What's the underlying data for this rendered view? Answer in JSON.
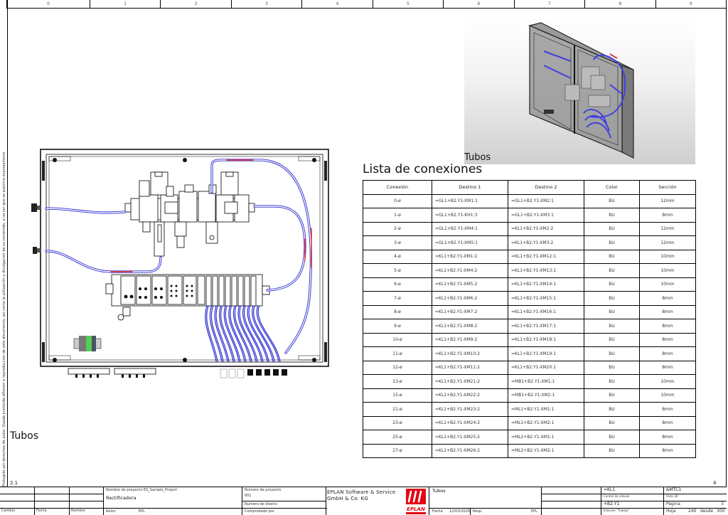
{
  "sheet": {
    "column_numbers": [
      "0",
      "1",
      "2",
      "3",
      "4",
      "5",
      "6",
      "7",
      "8",
      "9"
    ],
    "copyright_note": "Protegido por derechos de autor. Queda prohibida difusión o reproducción de este documento, así como la utilización y divulgación de su contenido, a no ser que se autorice expresamente.",
    "previous_page_ref": "2.1",
    "next_page_ref": "4"
  },
  "drawing": {
    "caption": "Tubos",
    "colors": {
      "tube": "#2a2ad0",
      "tube_highlight": "#e02020",
      "frame": "#000000"
    }
  },
  "preview": {
    "caption": "Tubos"
  },
  "connections": {
    "title": "Lista de conexiones",
    "columns": [
      "Conexión",
      "Destino 1",
      "Destino 2",
      "Color",
      "Sección"
    ],
    "rows": [
      {
        "conexion": "0-ø",
        "destino1": "=GL1+B2.Y1-XM1:1",
        "destino2": "=GL1+B2.Y1-XM2:1",
        "color": "BU",
        "seccion": "12mm"
      },
      {
        "conexion": "1-ø",
        "destino1": "=GL1+B2.Y1-KH1:3",
        "destino2": "=GL1+B2.Y1-XM3:1",
        "color": "BU",
        "seccion": "8mm"
      },
      {
        "conexion": "2-ø",
        "destino1": "=GL1+B2.Y1-XM4:1",
        "destino2": "=KL1+B2.Y1-XM2:2",
        "color": "BU",
        "seccion": "12mm"
      },
      {
        "conexion": "3-ø",
        "destino1": "=GL1+B2.Y1-XM5:1",
        "destino2": "=KL1+B2.Y1-XM3:2",
        "color": "BU",
        "seccion": "12mm"
      },
      {
        "conexion": "4-ø",
        "destino1": "=KL1+B2.Y1-XM1:2",
        "destino2": "=KL1+B2.Y1-XM12:1",
        "color": "BU",
        "seccion": "10mm"
      },
      {
        "conexion": "5-ø",
        "destino1": "=KL1+B2.Y1-XM4:2",
        "destino2": "=KL1+B2.Y1-XM13:1",
        "color": "BU",
        "seccion": "10mm"
      },
      {
        "conexion": "6-ø",
        "destino1": "=KL1+B2.Y1-XM5:2",
        "destino2": "=KL1+B2.Y1-XM14:1",
        "color": "BU",
        "seccion": "10mm"
      },
      {
        "conexion": "7-ø",
        "destino1": "=KL1+B2.Y1-XM6:2",
        "destino2": "=KL1+B2.Y1-XM15:1",
        "color": "BU",
        "seccion": "8mm"
      },
      {
        "conexion": "8-ø",
        "destino1": "=KL1+B2.Y1-XM7:2",
        "destino2": "=KL1+B2.Y1-XM16:1",
        "color": "BU",
        "seccion": "8mm"
      },
      {
        "conexion": "9-ø",
        "destino1": "=KL1+B2.Y1-XM8:2",
        "destino2": "=KL1+B2.Y1-XM17:1",
        "color": "BU",
        "seccion": "8mm"
      },
      {
        "conexion": "10-ø",
        "destino1": "=KL1+B2.Y1-XM9:2",
        "destino2": "=KL1+B2.Y1-XM18:1",
        "color": "BU",
        "seccion": "8mm"
      },
      {
        "conexion": "11-ø",
        "destino1": "=KL1+B2.Y1-XM10:2",
        "destino2": "=KL1+B2.Y1-XM19:1",
        "color": "BU",
        "seccion": "8mm"
      },
      {
        "conexion": "12-ø",
        "destino1": "=KL1+B2.Y1-XM11:2",
        "destino2": "=KL1+B2.Y1-XM20:1",
        "color": "BU",
        "seccion": "8mm"
      },
      {
        "conexion": "13-ø",
        "destino1": "=KL1+B2.Y1-XM21:2",
        "destino2": "=MB1+B2.Y1-XM1:1",
        "color": "BU",
        "seccion": "10mm"
      },
      {
        "conexion": "15-ø",
        "destino1": "=KL1+B2.Y1-XM22:2",
        "destino2": "=MB1+B2.Y1-XM2:1",
        "color": "BU",
        "seccion": "10mm"
      },
      {
        "conexion": "21-ø",
        "destino1": "=KL1+B2.Y1-XM23:2",
        "destino2": "=ML1+B2.Y1-XM1:1",
        "color": "BU",
        "seccion": "8mm"
      },
      {
        "conexion": "23-ø",
        "destino1": "=KL1+B2.Y1-XM24:2",
        "destino2": "=ML1+B2.Y1-XM2:1",
        "color": "BU",
        "seccion": "8mm"
      },
      {
        "conexion": "25-ø",
        "destino1": "=KL1+B2.Y1-XM25:2",
        "destino2": "=ML2+B2.Y1-XM1:1",
        "color": "BU",
        "seccion": "8mm"
      },
      {
        "conexion": "27-ø",
        "destino1": "=KL1+B2.Y1-XM26:2",
        "destino2": "=ML2+B2.Y1-XM2:1",
        "color": "BU",
        "seccion": "8mm"
      }
    ]
  },
  "title_block": {
    "revision_labels": {
      "cambio": "Cambio",
      "fecha": "Fecha",
      "nombre": "Nombre"
    },
    "project_name_label": "Nombre de proyecto",
    "project_name": "ES_Sample_Project",
    "project_description": "Rectificadora",
    "author_label": "Autor",
    "author": "EPL",
    "project_number_label": "Número de proyecto",
    "project_number": "001",
    "drawing_number_label": "Número de diseño",
    "checked_by_label": "Comprobado por",
    "company_line1": "EPLAN Software & Service",
    "company_line2": "GmbH & Co. KG",
    "logo_text": "EPLAN",
    "brand_color": "#e30613",
    "page_description": "Tubos",
    "date_label": "Fecha",
    "date": "12/03/2020",
    "responsible_label": "Resp.",
    "responsible": "EPL",
    "function_value": "=KL1",
    "function_label": "Control de válvula",
    "location_value": "+B2.Y1",
    "location_label": "Estación \"Trabajo\"",
    "page_type_value": "&MTC1",
    "page_type_label": "Vista 3D",
    "page_label": "Página",
    "page_value": "3",
    "sheet_label": "Hoja",
    "sheet_value": "240",
    "of_label": "desde",
    "sheet_total": "300"
  }
}
